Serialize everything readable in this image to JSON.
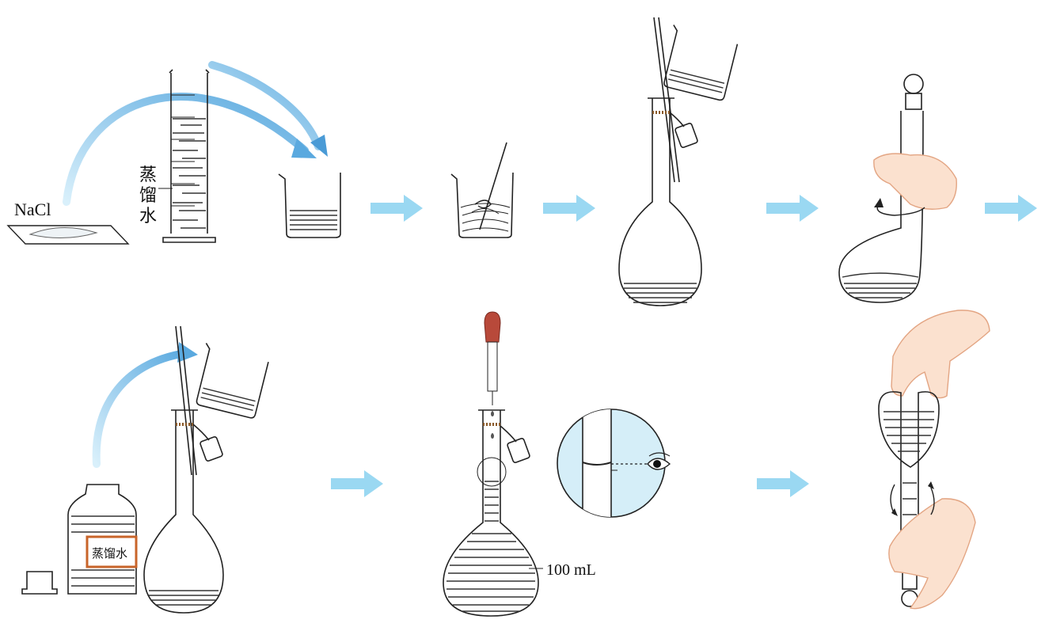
{
  "labels": {
    "nacl": "NaCl",
    "distilled_water_vertical": [
      "蒸",
      "馏",
      "水"
    ],
    "bottle_label": "蒸馏水",
    "volume_mark": "100 mL"
  },
  "colors": {
    "arrow_blue": "#9ad8f2",
    "curved_arrow_blue": "#6fb6e3",
    "label_border": "#c8642a",
    "dropper_bulb": "#b8493a",
    "magnifier_fill": "#d5eef8",
    "skin": "#fbe1cf",
    "skin_outline": "#e3a583"
  },
  "icons": [
    "right-arrow-icon",
    "eye-icon",
    "rotate-arrow-icon"
  ]
}
